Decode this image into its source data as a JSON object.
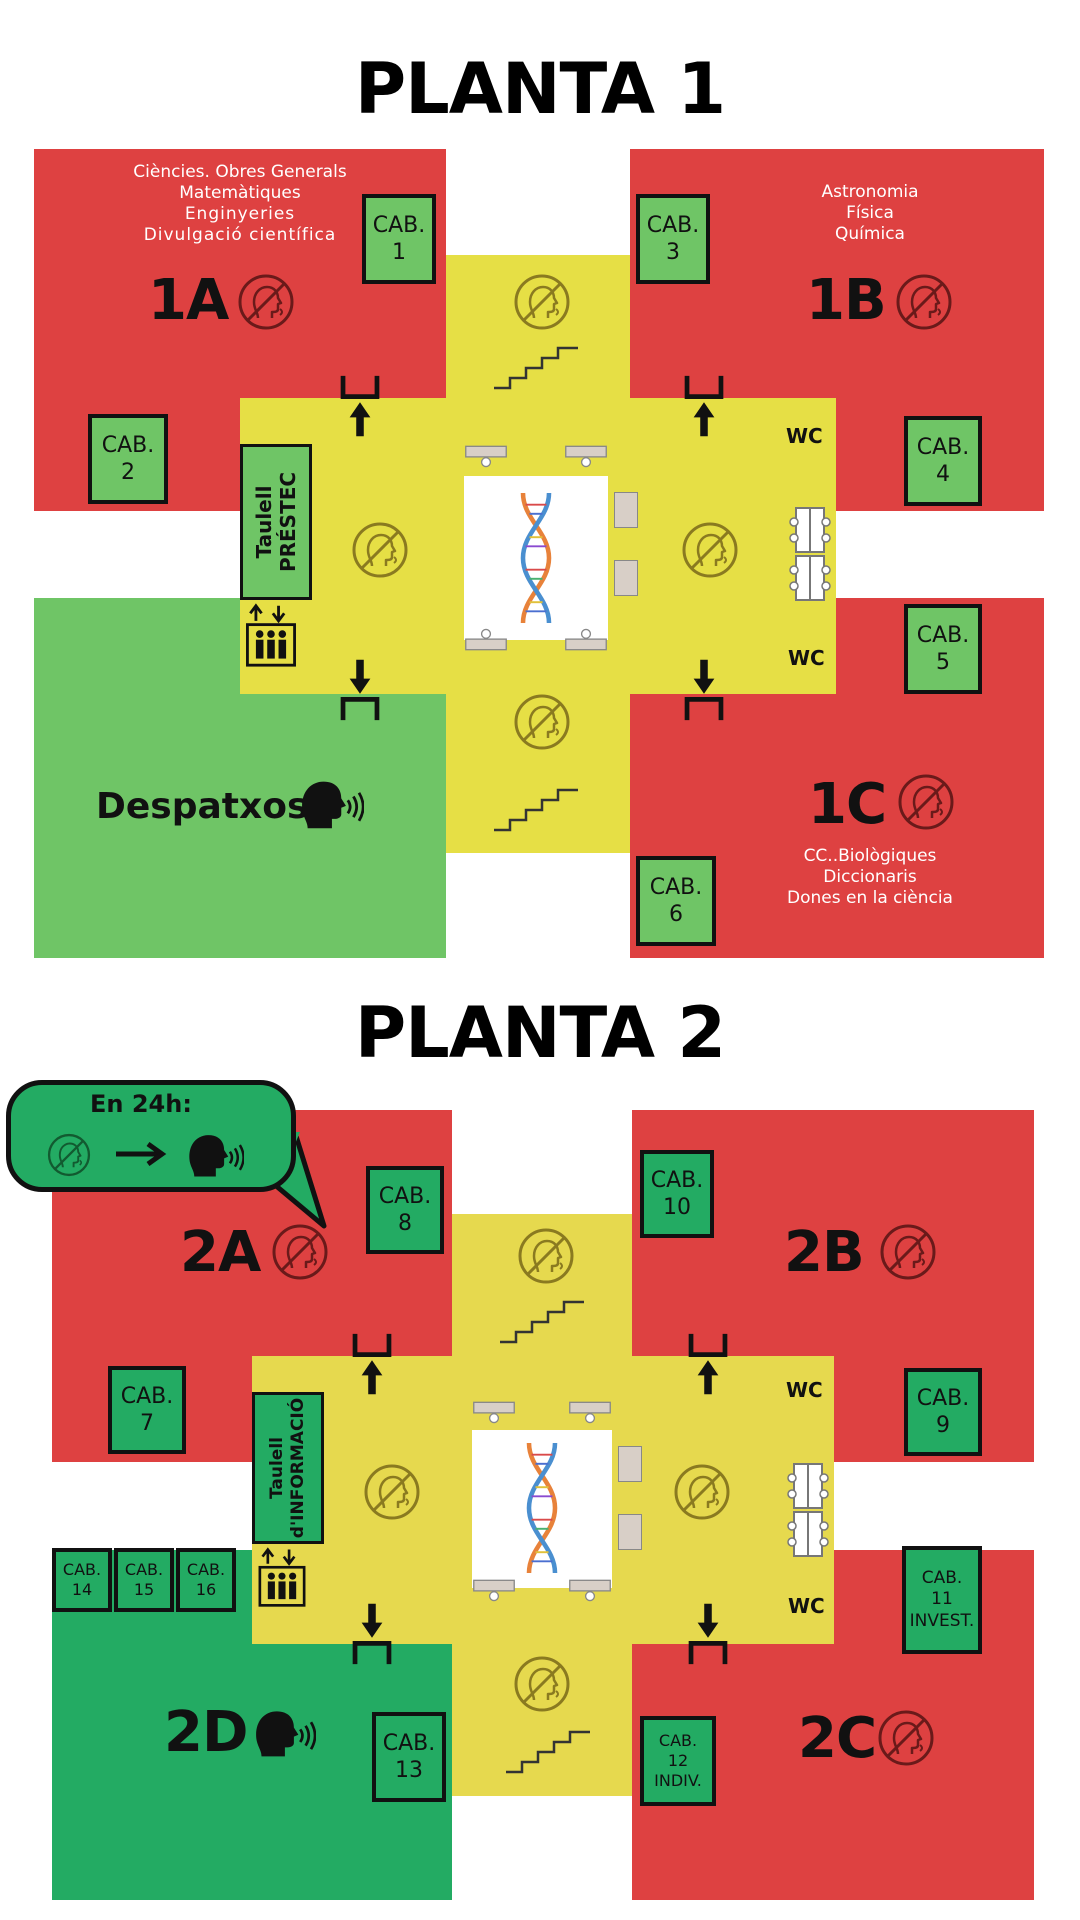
{
  "planta1": {
    "title": "PLANTA 1",
    "zones": {
      "z1a": {
        "label": "1A",
        "topics": [
          "Ciències. Obres Generals",
          "Matemàtiques",
          "Enginyeries",
          "Divulgació científica"
        ]
      },
      "z1b": {
        "label": "1B",
        "topics": [
          "Astronomia",
          "Física",
          "Química"
        ]
      },
      "z1c": {
        "label": "1C",
        "topics": [
          "CC..Biològiques",
          "Diccionaris",
          "Dones en la ciència"
        ]
      },
      "despatxos": {
        "label": "Despatxos"
      }
    },
    "cabs": [
      {
        "line1": "CAB.",
        "line2": "1"
      },
      {
        "line1": "CAB.",
        "line2": "2"
      },
      {
        "line1": "CAB.",
        "line2": "3"
      },
      {
        "line1": "CAB.",
        "line2": "4"
      },
      {
        "line1": "CAB.",
        "line2": "5"
      },
      {
        "line1": "CAB.",
        "line2": "6"
      }
    ],
    "taulell": {
      "line1": "Taulell",
      "line2": "PRÉSTEC"
    },
    "wc": [
      "WC",
      "WC"
    ]
  },
  "planta2": {
    "title": "PLANTA 2",
    "zones": {
      "z2a": {
        "label": "2A"
      },
      "z2b": {
        "label": "2B"
      },
      "z2c": {
        "label": "2C"
      },
      "z2d": {
        "label": "2D"
      }
    },
    "cabs": [
      {
        "line1": "CAB.",
        "line2": "7"
      },
      {
        "line1": "CAB.",
        "line2": "8"
      },
      {
        "line1": "CAB.",
        "line2": "9"
      },
      {
        "line1": "CAB.",
        "line2": "10"
      },
      {
        "line1": "CAB.",
        "line2": "11",
        "line3": "INVEST."
      },
      {
        "line1": "CAB.",
        "line2": "12",
        "line3": "INDIV."
      },
      {
        "line1": "CAB.",
        "line2": "13"
      },
      {
        "line1": "CAB.",
        "line2": "14"
      },
      {
        "line1": "CAB.",
        "line2": "15"
      },
      {
        "line1": "CAB.",
        "line2": "16"
      }
    ],
    "taulell": {
      "line1": "Taulell",
      "line2": "d'INFORMACIÓ"
    },
    "wc": [
      "WC",
      "WC"
    ],
    "bubble": {
      "text": "En 24h:"
    }
  },
  "colors": {
    "silent_zone": "#de4141",
    "talk_zone_1": "#6fc566",
    "talk_zone_2": "#23ab63",
    "common_area": "#e6df45"
  },
  "icons": [
    "no-talking-icon",
    "speaking-head-icon",
    "stairs-icon",
    "elevator-icon",
    "dna-icon",
    "arrow-up-icon",
    "arrow-down-icon",
    "desk-chairs-icon",
    "toilets-icon"
  ]
}
